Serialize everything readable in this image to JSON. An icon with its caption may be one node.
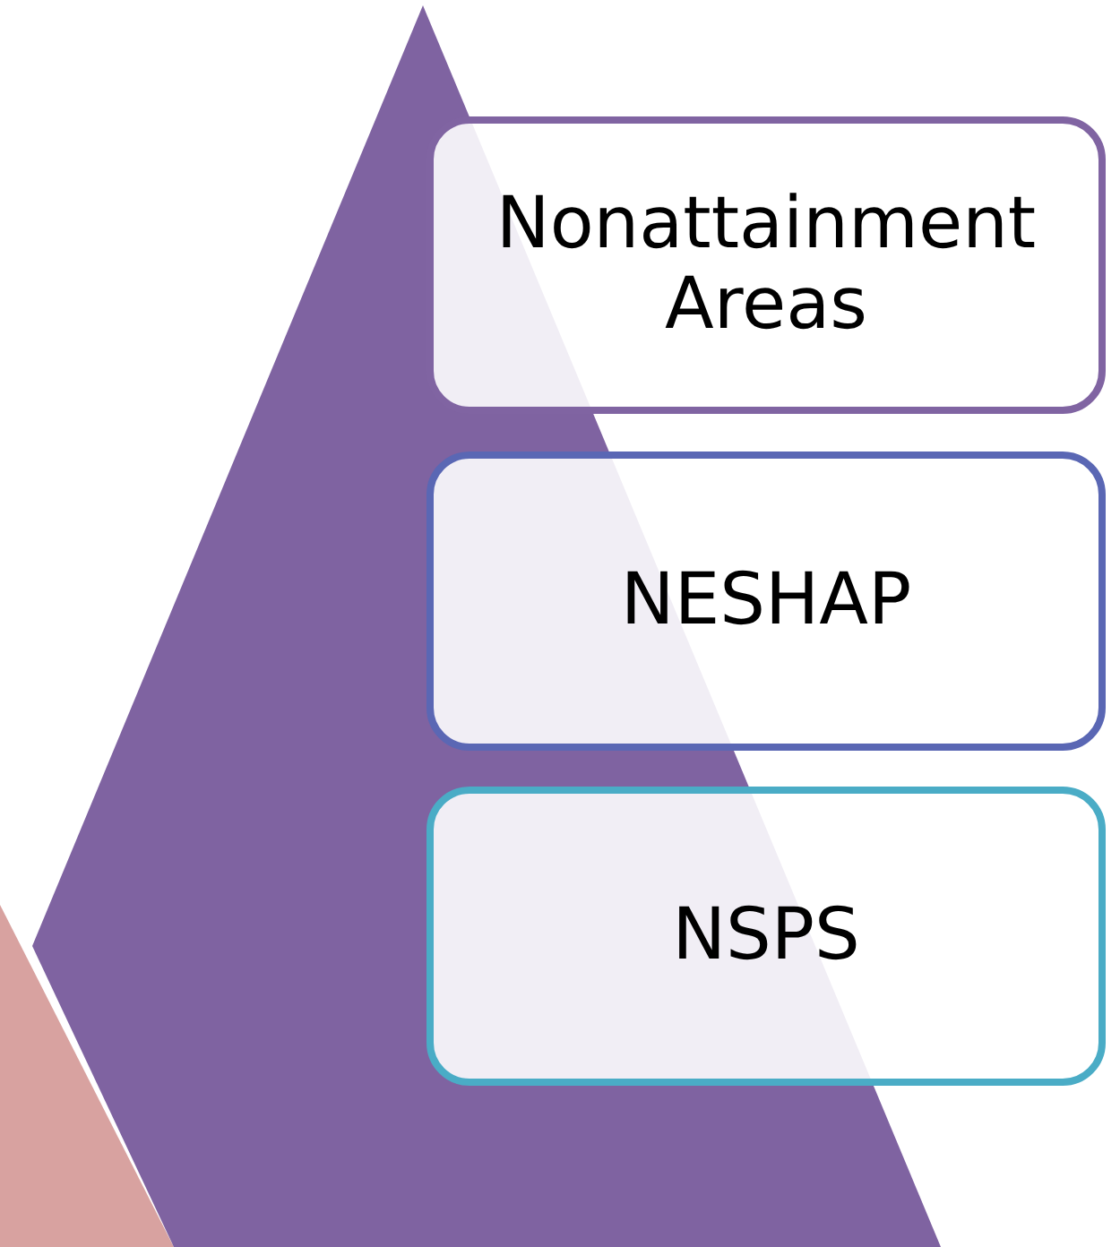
{
  "diagram": {
    "nodes": [
      {
        "text": [
          "Nonattainment Areas"
        ]
      },
      {
        "text": [
          "NESHAP"
        ]
      },
      {
        "text": [
          "NSPS"
        ]
      }
    ]
  }
}
